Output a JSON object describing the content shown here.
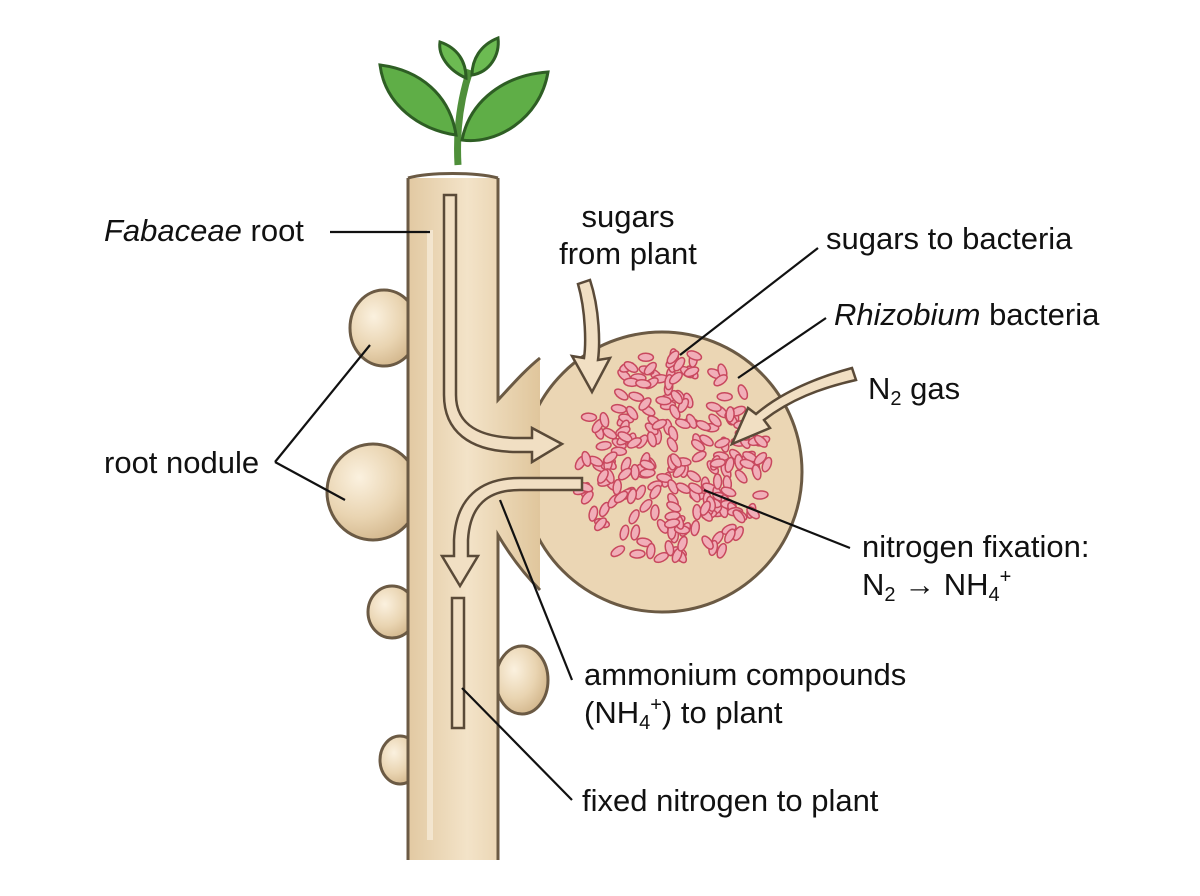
{
  "labels": {
    "root": {
      "italic": "Fabaceae",
      "rest": " root"
    },
    "sugars_from_plant": {
      "line1": "sugars",
      "line2": "from plant"
    },
    "sugars_to_bacteria": "sugars to bacteria",
    "rhizobium": {
      "italic": "Rhizobium",
      "rest": " bacteria"
    },
    "n2_gas": {
      "base": "N",
      "sub": "2",
      "rest": " gas"
    },
    "root_nodule": "root nodule",
    "nitrogen_fixation": {
      "line1": "nitrogen fixation:",
      "n": "N",
      "n_sub": "2",
      "arrow": " → NH",
      "nh_sub": "4",
      "nh_sup": "+"
    },
    "ammonium": {
      "line1": "ammonium compounds",
      "open": "(NH",
      "sub": "4",
      "sup": "+",
      "close": ") to plant"
    },
    "fixed_nitrogen": "fixed nitrogen to plant"
  },
  "colors": {
    "root_fill": "#ecd6b4",
    "root_stroke": "#6b5a44",
    "nodule_fill": "#e6d2b0",
    "bacteria_fill": "#f1aeb8",
    "bacteria_stroke": "#c8485e",
    "leaf": "#5fae47",
    "arrow_fill": "#f1dfc3"
  }
}
